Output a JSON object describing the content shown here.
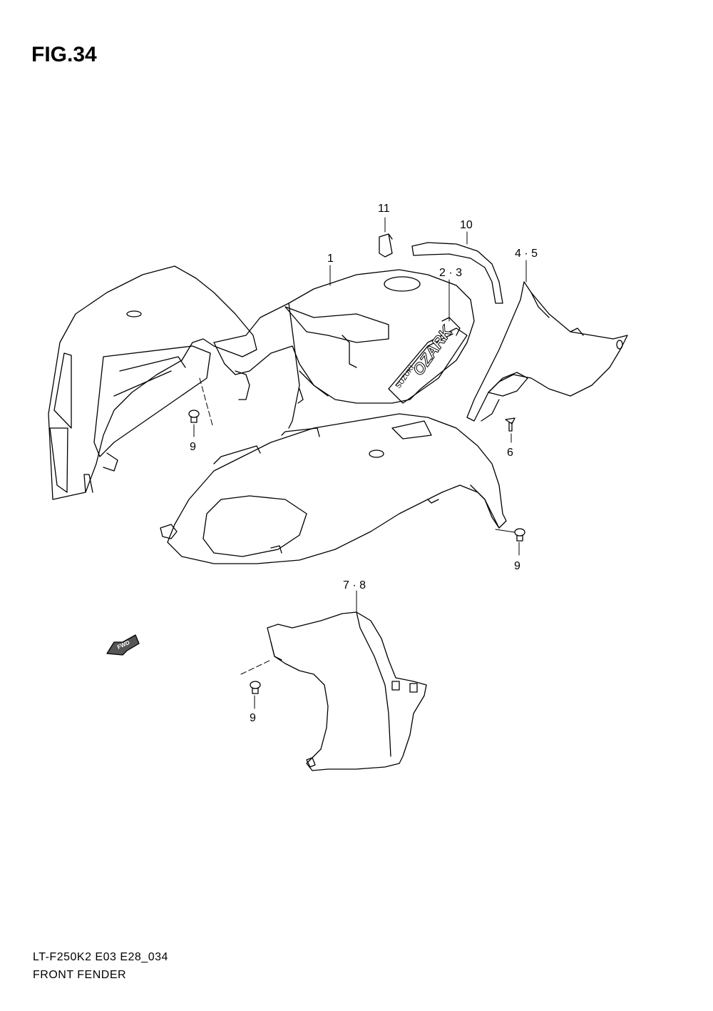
{
  "figure": {
    "title": "FIG.34",
    "model_code": "LT-F250K2 E03 E28_034",
    "section_name": "FRONT FENDER"
  },
  "callouts": [
    {
      "id": "11",
      "label": "11"
    },
    {
      "id": "10",
      "label": "10"
    },
    {
      "id": "1",
      "label": "1"
    },
    {
      "id": "2-3",
      "label": "2 · 3"
    },
    {
      "id": "4-5",
      "label": "4 · 5"
    },
    {
      "id": "9a",
      "label": "9"
    },
    {
      "id": "6",
      "label": "6"
    },
    {
      "id": "9b",
      "label": "9"
    },
    {
      "id": "7-8",
      "label": "7 · 8"
    },
    {
      "id": "9c",
      "label": "9"
    }
  ],
  "direction_marker": {
    "label": "FWD"
  },
  "emblem_text": {
    "brand": "SUZUKI",
    "model": "OZARK"
  }
}
